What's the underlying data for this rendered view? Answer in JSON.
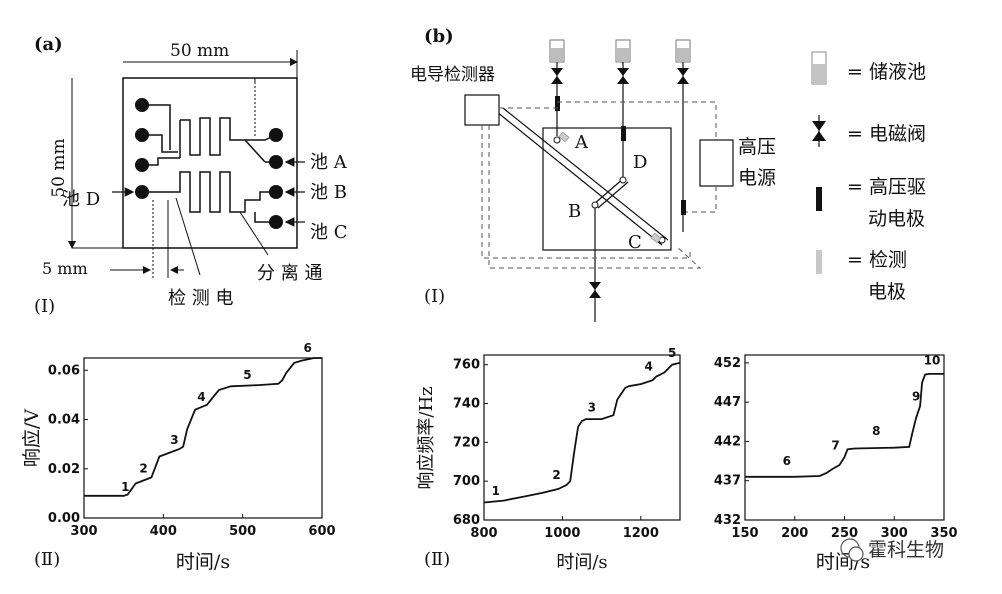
{
  "panel_a": {
    "label": "(a)",
    "dim_width": "50 mm",
    "dim_height": "50 mm",
    "dim_small": "5 mm",
    "pool_a": "池 A",
    "pool_b": "池 B",
    "pool_c": "池 C",
    "pool_d": "池 D",
    "channel_label": "分 离 通",
    "electrode_label": "检 测 电",
    "sub_label": "(Ⅰ)"
  },
  "panel_b": {
    "label": "(b)",
    "detector": "电导检测器",
    "hv_line1": "高压",
    "hv_line2": "电源",
    "point_a": "A",
    "point_b": "B",
    "point_c": "C",
    "point_d": "D",
    "sub_label": "(Ⅰ)",
    "legend": {
      "reservoir": "= 储液池",
      "valve": "= 电磁阀",
      "hv_line1": "= 高压驱",
      "hv_line2": "动电极",
      "det_line1": "= 检测",
      "det_line2": "电极"
    }
  },
  "chart_data": [
    {
      "type": "line",
      "xlabel": "时间/s",
      "ylabel": "响应/V",
      "xlim": [
        300,
        600
      ],
      "ylim": [
        0,
        0.065
      ],
      "xticks": [
        "300",
        "400",
        "500",
        "600"
      ],
      "yticks": [
        "0.00",
        "0.02",
        "0.04",
        "0.06"
      ],
      "x": [
        300,
        350,
        355,
        365,
        385,
        395,
        420,
        425,
        430,
        440,
        455,
        460,
        470,
        485,
        520,
        545,
        550,
        555,
        565,
        575,
        590,
        600
      ],
      "y": [
        0.009,
        0.009,
        0.0095,
        0.014,
        0.0165,
        0.025,
        0.028,
        0.029,
        0.036,
        0.044,
        0.046,
        0.048,
        0.052,
        0.0535,
        0.054,
        0.0545,
        0.056,
        0.059,
        0.063,
        0.064,
        0.065,
        0.065
      ],
      "peak_labels": [
        {
          "text": "1",
          "x": 352,
          "y": 0.011
        },
        {
          "text": "2",
          "x": 375,
          "y": 0.0185
        },
        {
          "text": "3",
          "x": 414,
          "y": 0.03
        },
        {
          "text": "4",
          "x": 448,
          "y": 0.0475
        },
        {
          "text": "5",
          "x": 506,
          "y": 0.0565
        },
        {
          "text": "6",
          "x": 582,
          "y": 0.0675
        }
      ],
      "sub_label": "(Ⅱ)"
    },
    {
      "type": "line",
      "xlabel": "时间/s",
      "ylabel": "响应频率/Hz",
      "xlim": [
        800,
        1300
      ],
      "ylim": [
        680,
        765
      ],
      "xticks": [
        "800",
        "1000",
        "1200"
      ],
      "yticks": [
        "680",
        "700",
        "720",
        "740",
        "760"
      ],
      "x": [
        800,
        850,
        900,
        950,
        990,
        1000,
        1010,
        1020,
        1030,
        1040,
        1050,
        1060,
        1100,
        1130,
        1140,
        1160,
        1170,
        1200,
        1230,
        1240,
        1260,
        1270,
        1280,
        1300
      ],
      "y": [
        689,
        690,
        692,
        694,
        696,
        697,
        698,
        700,
        715,
        728,
        731,
        732,
        732,
        734,
        742,
        748,
        749,
        750,
        752,
        754,
        756,
        758,
        760,
        761
      ],
      "peak_labels": [
        {
          "text": "1",
          "x": 830,
          "y": 693
        },
        {
          "text": "2",
          "x": 985,
          "y": 701
        },
        {
          "text": "3",
          "x": 1075,
          "y": 736
        },
        {
          "text": "4",
          "x": 1220,
          "y": 757
        },
        {
          "text": "5",
          "x": 1280,
          "y": 764
        }
      ],
      "sub_label": "(Ⅱ)"
    },
    {
      "type": "line",
      "xlabel": "时间/s",
      "xlim": [
        150,
        350
      ],
      "ylim": [
        432,
        453
      ],
      "xticks": [
        "150",
        "200",
        "250",
        "300",
        "350"
      ],
      "yticks": [
        "432",
        "437",
        "442",
        "447",
        "452"
      ],
      "x": [
        150,
        200,
        225,
        232,
        238,
        245,
        250,
        253,
        260,
        300,
        315,
        318,
        322,
        326,
        328,
        331,
        335,
        350
      ],
      "y": [
        437.5,
        437.5,
        437.6,
        438,
        438.5,
        439,
        440,
        441,
        441.1,
        441.2,
        441.3,
        443,
        445,
        446.5,
        449.5,
        450.5,
        450.6,
        450.6
      ],
      "peak_labels": [
        {
          "text": "6",
          "x": 192,
          "y": 439
        },
        {
          "text": "7",
          "x": 241,
          "y": 441
        },
        {
          "text": "8",
          "x": 282,
          "y": 442.8
        },
        {
          "text": "9",
          "x": 322,
          "y": 447.2
        },
        {
          "text": "10",
          "x": 338,
          "y": 451.8
        }
      ]
    }
  ],
  "watermark": "霍科生物"
}
